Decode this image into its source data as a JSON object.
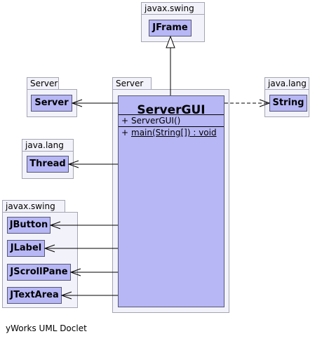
{
  "packages": {
    "javax_swing_top": "javax.swing",
    "server_left": "Server",
    "server_main": "Server",
    "java_lang_right": "java.lang",
    "java_lang_left": "java.lang",
    "javax_swing_bottom": "javax.swing"
  },
  "classes": {
    "jframe": "JFrame",
    "server": "Server",
    "string": "String",
    "thread": "Thread",
    "jbutton": "JButton",
    "jlabel": "JLabel",
    "jscrollpane": "JScrollPane",
    "jtextarea": "JTextArea"
  },
  "server_gui": {
    "name": "ServerGUI",
    "constructor_visibility": "+",
    "constructor": "ServerGUI()",
    "method_visibility": "+",
    "method": "main(String[]) : void"
  },
  "footer": "yWorks UML Doclet"
}
